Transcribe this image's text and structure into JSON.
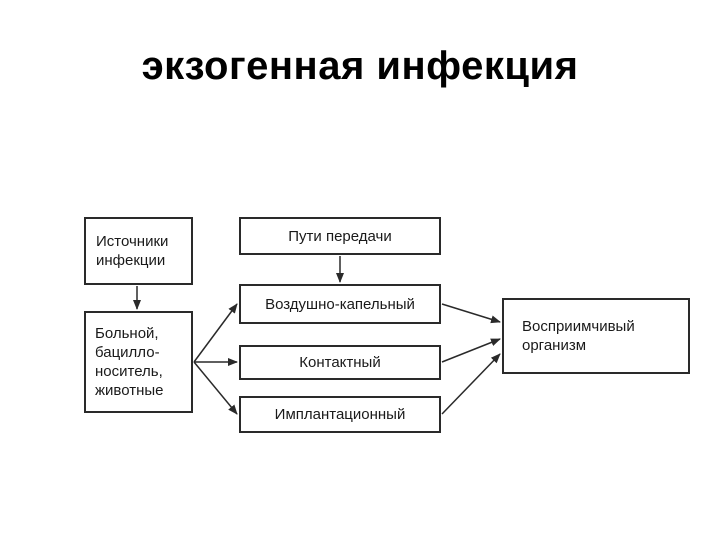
{
  "title": "экзогенная инфекция",
  "nodes": {
    "sources_header": [
      "Источники",
      "инфекции"
    ],
    "sources_list": [
      "Больной,",
      "бацилло-",
      "носитель,",
      "животные"
    ],
    "routes_header": "Пути передачи",
    "route_airborne": "Воздушно-капельный",
    "route_contact": "Контактный",
    "route_implant": "Имплантационный",
    "organism": [
      "Восприимчивый",
      "организм"
    ]
  },
  "colors": {
    "line": "#2a2a2a",
    "text": "#1a1a1a"
  }
}
